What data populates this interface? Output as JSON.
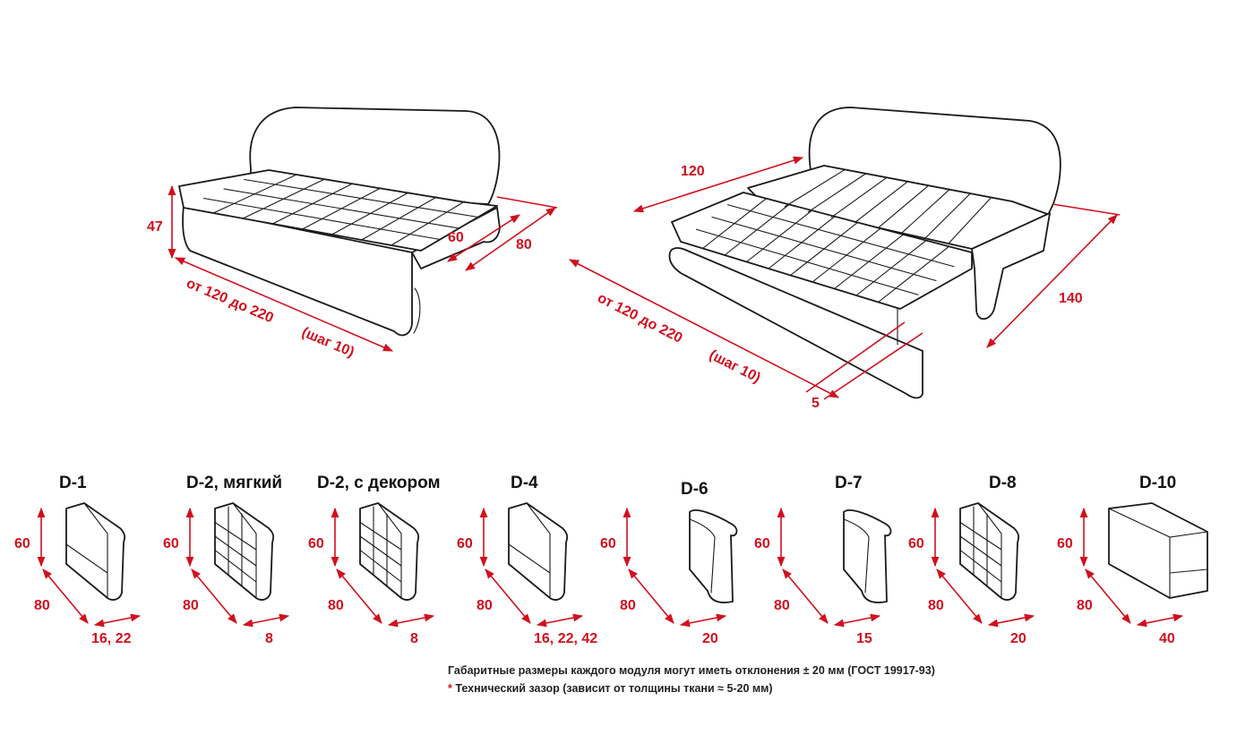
{
  "sofa_closed": {
    "height": "47",
    "seat_depth": "60",
    "depth": "80",
    "length": "от 120 до 220",
    "step": "(шаг 10)"
  },
  "sofa_open": {
    "bed_depth": "120",
    "total_depth": "140",
    "length": "от 120 до 220",
    "step": "(шаг 10)",
    "gap": "5"
  },
  "modules": [
    {
      "name": "D-1",
      "height": "60",
      "depth": "80",
      "width": "16, 22",
      "icon": "plain-narrow-armrest-icon"
    },
    {
      "name": "D-2, мягкий",
      "height": "60",
      "depth": "80",
      "width": "8",
      "icon": "quilted-soft-armrest-icon"
    },
    {
      "name": "D-2, с декором",
      "height": "60",
      "depth": "80",
      "width": "8",
      "icon": "quilted-decor-armrest-icon"
    },
    {
      "name": "D-4",
      "height": "60",
      "depth": "80",
      "width": "16, 22, 42",
      "icon": "plain-block-armrest-icon"
    },
    {
      "name": "D-6",
      "height": "60",
      "depth": "80",
      "width": "20",
      "icon": "curved-armrest-icon"
    },
    {
      "name": "D-7",
      "height": "60",
      "depth": "80",
      "width": "15",
      "icon": "curved-slim-armrest-icon"
    },
    {
      "name": "D-8",
      "height": "60",
      "depth": "80",
      "width": "20",
      "icon": "quilted-rounded-armrest-icon"
    },
    {
      "name": "D-10",
      "height": "60",
      "depth": "80",
      "width": "40",
      "icon": "box-armrest-icon"
    }
  ],
  "notes": {
    "tolerance": "Габаритные размеры каждого модуля могут иметь отклонения ± 20 мм (ГОСТ 19917-93)",
    "star": "*",
    "gap": "Технический зазор (зависит от толщины ткани ≈ 5-20 мм)"
  },
  "colors": {
    "dimension": "#d0101e",
    "ink": "#1a1a1a"
  }
}
